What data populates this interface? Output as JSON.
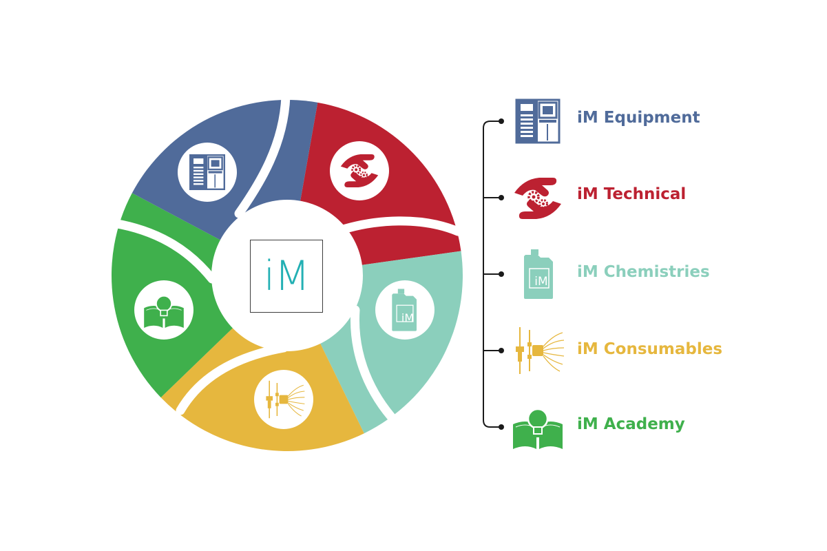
{
  "logo": {
    "text": "iM"
  },
  "colors": {
    "equipment": "#506b9a",
    "technical": "#bc2131",
    "chemistries": "#8bcfbc",
    "consumables": "#e6b73e",
    "academy": "#3fb04c",
    "logo": "#23b0b4",
    "connector": "#1a1a1a"
  },
  "segments": [
    {
      "key": "equipment",
      "label": "iM Equipment",
      "icon": "equipment-cabinet-icon"
    },
    {
      "key": "technical",
      "label": "iM Technical",
      "icon": "hands-gears-icon"
    },
    {
      "key": "chemistries",
      "label": "iM Chemistries",
      "icon": "chemical-canister-icon",
      "icon_text": "iM"
    },
    {
      "key": "consumables",
      "label": "iM Consumables",
      "icon": "wire-cable-icon"
    },
    {
      "key": "academy",
      "label": "iM Academy",
      "icon": "book-lightbulb-icon"
    }
  ]
}
